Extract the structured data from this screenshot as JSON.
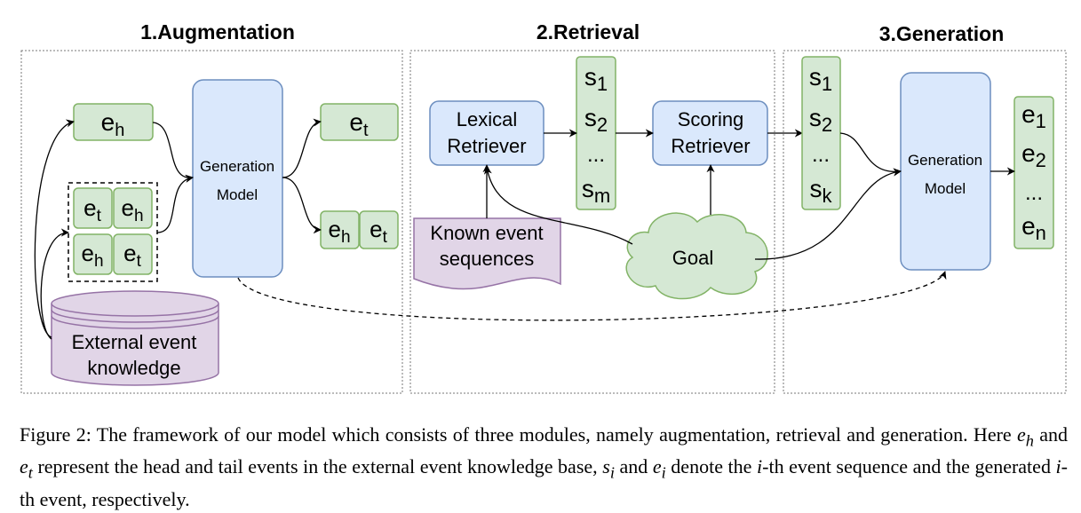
{
  "sections": {
    "augmentation": "1.Augmentation",
    "retrieval": "2.Retrieval",
    "generation": "3.Generation"
  },
  "colors": {
    "green_fill": "#d5e8d4",
    "green_stroke": "#82b366",
    "blue_fill": "#dae8fc",
    "blue_stroke": "#6c8ebf",
    "purple_fill": "#e1d5e7",
    "purple_stroke": "#9673a6"
  },
  "augmentation": {
    "head_event": {
      "base": "e",
      "sub": "h"
    },
    "tail_event": {
      "base": "e",
      "sub": "t"
    },
    "pair_th": [
      {
        "base": "e",
        "sub": "t"
      },
      {
        "base": "e",
        "sub": "h"
      }
    ],
    "pair_ht": [
      {
        "base": "e",
        "sub": "h"
      },
      {
        "base": "e",
        "sub": "t"
      }
    ],
    "out_pair": [
      {
        "base": "e",
        "sub": "h"
      },
      {
        "base": "e",
        "sub": "t"
      }
    ],
    "model_line1": "Generation",
    "model_line2": "Model",
    "kb_line1": "External event",
    "kb_line2": "knowledge"
  },
  "retrieval": {
    "lexical_line1": "Lexical",
    "lexical_line2": "Retriever",
    "scoring_line1": "Scoring",
    "scoring_line2": "Retriever",
    "known_line1": "Known event",
    "known_line2": "sequences",
    "goal": "Goal",
    "seq": [
      {
        "base": "s",
        "sub": "1"
      },
      {
        "base": "s",
        "sub": "2"
      },
      {
        "base": "...",
        "sub": ""
      },
      {
        "base": "s",
        "sub": "m"
      }
    ]
  },
  "generation": {
    "seq": [
      {
        "base": "s",
        "sub": "1"
      },
      {
        "base": "s",
        "sub": "2"
      },
      {
        "base": "...",
        "sub": ""
      },
      {
        "base": "s",
        "sub": "k"
      }
    ],
    "model_line1": "Generation",
    "model_line2": "Model",
    "events": [
      {
        "base": "e",
        "sub": "1"
      },
      {
        "base": "e",
        "sub": "2"
      },
      {
        "base": "...",
        "sub": ""
      },
      {
        "base": "e",
        "sub": "n"
      }
    ]
  },
  "caption": {
    "part1": "Figure 2: The framework of our model which consists of three modules, namely augmentation, retrieval and generation. Here ",
    "eh": "e",
    "eh_sub": "h",
    "and1": " and ",
    "et": "e",
    "et_sub": "t",
    "part2": " represent the head and tail events in the external event knowledge base, ",
    "si": "s",
    "si_sub": "i",
    "and2": " and ",
    "ei": "e",
    "ei_sub": "i",
    "part3": " denote the ",
    "ith1": "i",
    "part4": "-th event sequence and the generated ",
    "ith2": "i",
    "part5": "-th event, respectively."
  }
}
